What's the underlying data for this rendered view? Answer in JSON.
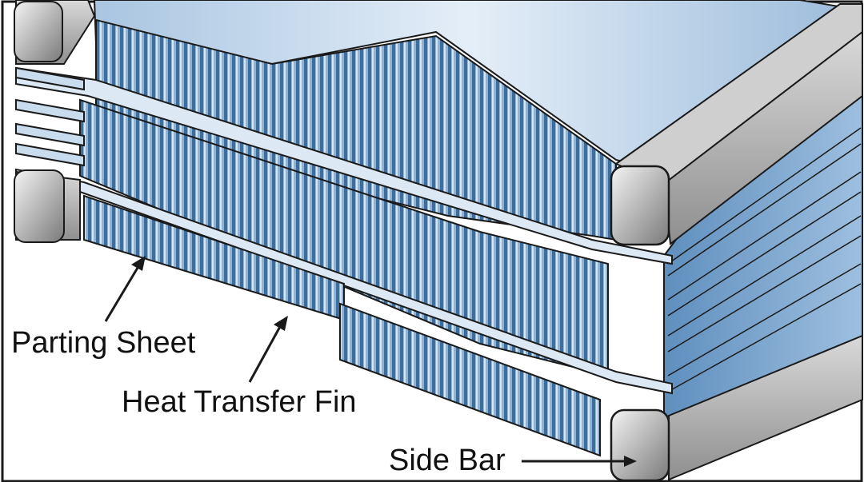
{
  "labels": {
    "parting_sheet": "Parting Sheet",
    "heat_transfer_fin": "Heat Transfer Fin",
    "side_bar": "Side Bar"
  },
  "colors": {
    "fin_light": "#a8c6e2",
    "fin_mid": "#7da7cf",
    "fin_dark": "#4f7fae",
    "sheet_light": "#d4e3f1",
    "bar_light": "#e9e9e9",
    "bar_dark": "#8a8a8a",
    "outline": "#1a1a1a"
  }
}
